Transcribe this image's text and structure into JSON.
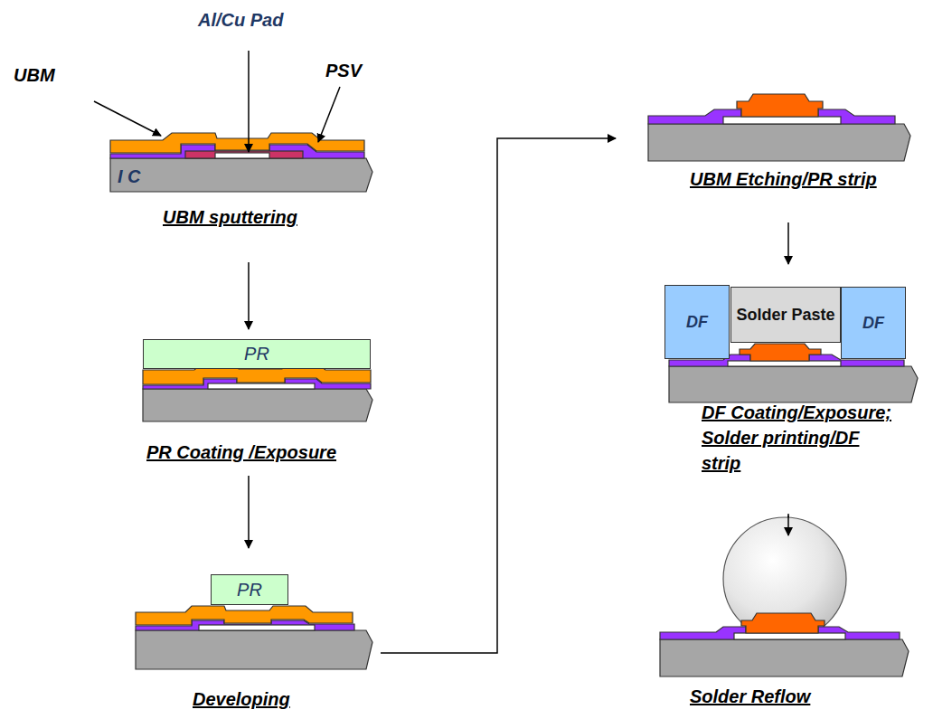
{
  "diagram": {
    "nodes": [
      {
        "text": [
          "I C"
        ]
      },
      {
        "text": [
          "PR"
        ]
      },
      {
        "text": [
          "PR"
        ]
      },
      {
        "text": [
          "DF"
        ]
      },
      {
        "text": [
          "Solder Paste"
        ]
      },
      {
        "text": [
          "DF"
        ]
      }
    ],
    "labels": [
      "UBM",
      "Al/Cu Pad",
      "PSV",
      "UBM sputtering",
      "PR Coating /Exposure",
      "Developing",
      "UBM Etching/PR strip",
      "DF Coating/Exposure; Solder printing/DF strip",
      "Solder Reflow"
    ]
  }
}
